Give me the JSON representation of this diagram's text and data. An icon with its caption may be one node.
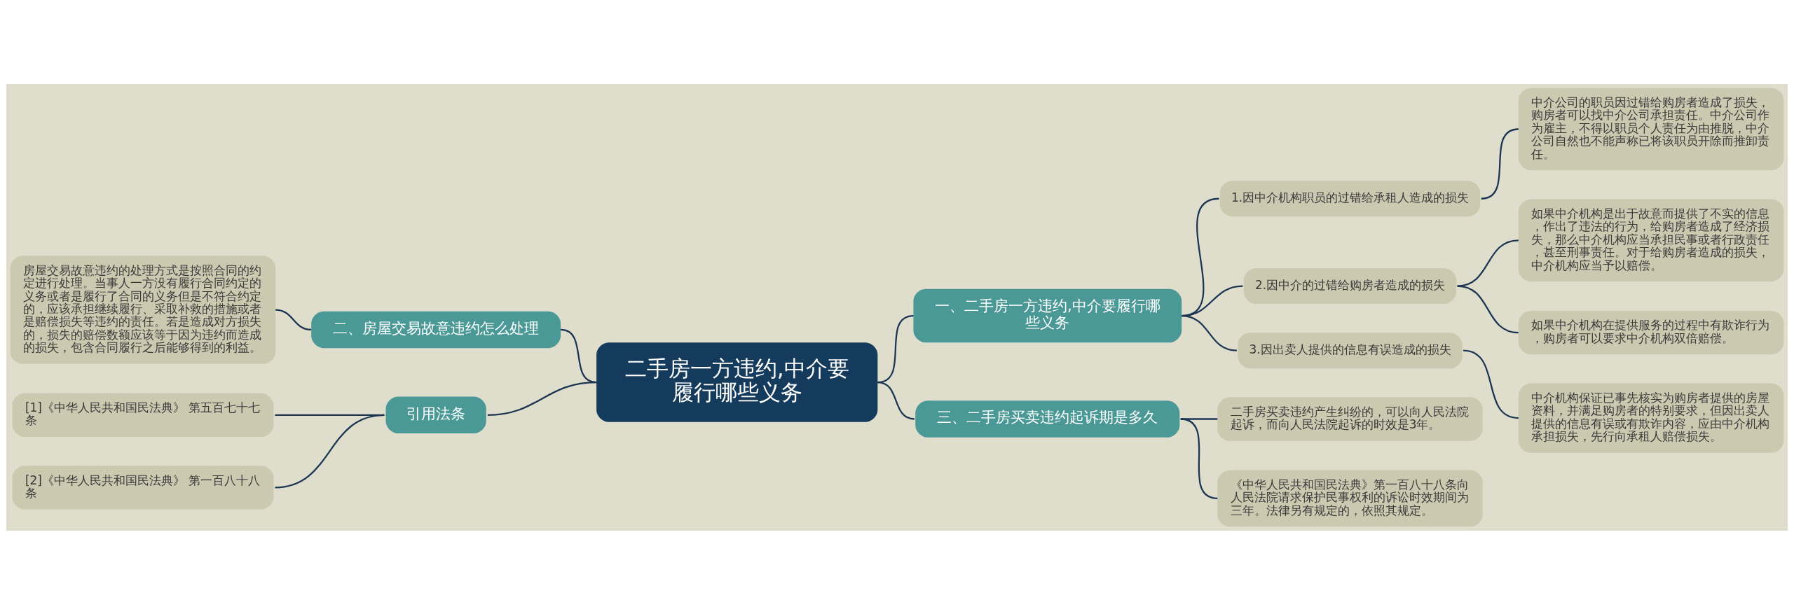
{
  "diagram": {
    "nodes": [
      {
        "text": [
          "二手房一方违约,中介要履行哪些义务"
        ]
      },
      {
        "text": [
          "一、二手房一方违约,中介要履行哪些义务"
        ]
      },
      {
        "text": [
          "1.因中介机构职员的过错给承租人造成的损失"
        ]
      },
      {
        "text": [
          "中介公司的职员因过错给购房者造成了损失，购房者可以找中介公司承担责任。中介公司作为雇主，不得以职员个人责任为由推脱，中介公司自然也不能声称已将该职员开除而推卸责任。"
        ]
      },
      {
        "text": [
          "2.因中介的过错给购房者造成的损失"
        ]
      },
      {
        "text": [
          "如果中介机构是出于故意而提供了不实的信息，作出了违法的行为，给购房者造成了经济损失，那么中介机构应当承担民事或者行政责任，甚至刑事责任。对于给购房者造成的损失，中介机构应当予以赔偿。"
        ]
      },
      {
        "text": [
          "如果中介机构在提供服务的过程中有欺诈行为，购房者可以要求中介机构双倍赔偿。"
        ]
      },
      {
        "text": [
          "3.因出卖人提供的信息有误造成的损失"
        ]
      },
      {
        "text": [
          "中介机构保证已事先核实为购房者提供的房屋资料，并满足购房者的特别要求，但因出卖人提供的信息有误或有欺诈内容，应由中介机构承担损失，先行向承租人赔偿损失。"
        ]
      },
      {
        "text": [
          "二、房屋交易故意违约怎么处理"
        ]
      },
      {
        "text": [
          "房屋交易故意违约的处理方式是按照合同的约定进行处理。当事人一方没有履行合同约定的义务或者是履行了合同的义务但是不符合约定的，应该承担继续履行、采取补救的措施或者是赔偿损失等违约的责任。若是造成对方损失的，损失的赔偿数额应该等于因为违约而造成的损失，包含合同履行之后能够得到的利益。"
        ]
      },
      {
        "text": [
          "引用法条"
        ]
      },
      {
        "text": [
          "[1]《中华人民共和国民法典》 第五百七十七条"
        ]
      },
      {
        "text": [
          "[2]《中华人民共和国民法典》 第一百八十八条"
        ]
      },
      {
        "text": [
          "三、二手房买卖违约起诉期是多久"
        ]
      },
      {
        "text": [
          "二手房买卖违约产生纠纷的，可以向人民法院起诉，而向人民法院起诉的时效是3年。"
        ]
      },
      {
        "text": [
          "《中华人民共和国民法典》第一百八十八条向人民法院请求保护民事权利的诉讼时效期间为三年。法律另有规定的，依照其规定。"
        ]
      }
    ],
    "edges": [
      {
        "from": 0,
        "to": 1,
        "arrow": "none"
      },
      {
        "from": 1,
        "to": 2,
        "arrow": "none"
      },
      {
        "from": 2,
        "to": 3,
        "arrow": "none"
      },
      {
        "from": 1,
        "to": 4,
        "arrow": "none"
      },
      {
        "from": 4,
        "to": 5,
        "arrow": "none"
      },
      {
        "from": 4,
        "to": 6,
        "arrow": "none"
      },
      {
        "from": 1,
        "to": 7,
        "arrow": "none"
      },
      {
        "from": 7,
        "to": 8,
        "arrow": "none"
      },
      {
        "from": 10,
        "to": 9,
        "arrow": "none"
      },
      {
        "from": 9,
        "to": 0,
        "arrow": "none"
      },
      {
        "from": 12,
        "to": 11,
        "arrow": "none"
      },
      {
        "from": 13,
        "to": 11,
        "arrow": "none"
      },
      {
        "from": 11,
        "to": 0,
        "arrow": "none"
      },
      {
        "from": 0,
        "to": 14,
        "arrow": "none"
      },
      {
        "from": 14,
        "to": 15,
        "arrow": "none"
      },
      {
        "from": 14,
        "to": 16,
        "arrow": "none"
      }
    ]
  }
}
